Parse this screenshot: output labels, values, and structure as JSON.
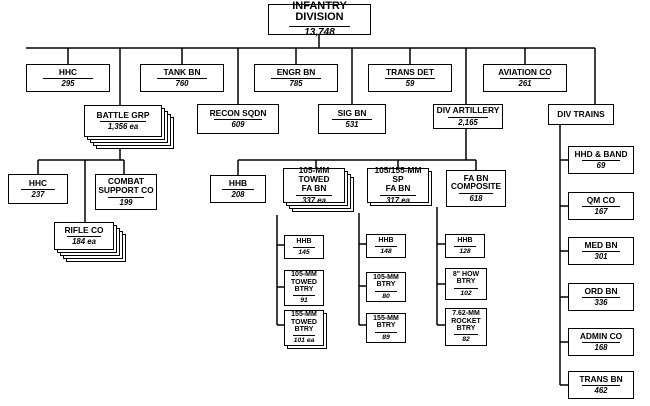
{
  "units": {
    "division": {
      "name": "INFANTRY DIVISION",
      "count": "13,748"
    },
    "hhc_div": {
      "name": "HHC",
      "count": "295"
    },
    "tank_bn": {
      "name": "TANK BN",
      "count": "760"
    },
    "engr_bn": {
      "name": "ENGR BN",
      "count": "785"
    },
    "trans_det": {
      "name": "TRANS DET",
      "count": "59"
    },
    "aviation_co": {
      "name": "AVIATION CO",
      "count": "261"
    },
    "battle_grp": {
      "name": "BATTLE GRP",
      "count": "1,356 ea"
    },
    "recon_sqdn": {
      "name": "RECON SQDN",
      "count": "609"
    },
    "sig_bn": {
      "name": "SIG BN",
      "count": "531"
    },
    "div_artillery": {
      "name": "DIV ARTILLERY",
      "count": "2,165"
    },
    "div_trains": {
      "name": "DIV TRAINS",
      "count": ""
    },
    "hhc_bg": {
      "name": "HHC",
      "count": "237"
    },
    "combat_support_co": {
      "name": "COMBAT\nSUPPORT CO",
      "count": "199"
    },
    "rifle_co": {
      "name": "RIFLE CO",
      "count": "184 ea"
    },
    "hhb_arty": {
      "name": "HHB",
      "count": "208"
    },
    "fa_bn_105": {
      "name": "105-mm TOWED\nFA BN",
      "count": "337 ea"
    },
    "fa_bn_155": {
      "name": "105/155-mm SP\nFA BN",
      "count": "317 ea"
    },
    "fa_bn_composite": {
      "name": "FA BN\nCOMPOSITE",
      "count": "618"
    },
    "hhb_105": {
      "name": "HHB",
      "count": "145"
    },
    "btry_105_towed": {
      "name": "105-mm\nTOWED\nBTRY",
      "count": "91"
    },
    "btry_155_towed": {
      "name": "155-mm\nTOWED\nBTRY",
      "count": "101 ea"
    },
    "hhb_sp": {
      "name": "HHB",
      "count": "148"
    },
    "btry_105_sp": {
      "name": "105-mm\nBTRY",
      "count": "80"
    },
    "btry_155_sp": {
      "name": "155-mm\nBTRY",
      "count": "89"
    },
    "hhb_comp": {
      "name": "HHB",
      "count": "128"
    },
    "btry_8_how": {
      "name": "8\" HOW\nBTRY",
      "count": "102"
    },
    "btry_762_rocket": {
      "name": "7.62-mm\nROCKET\nBTRY",
      "count": "82"
    },
    "hhd_band": {
      "name": "HHD & BAND",
      "count": "69"
    },
    "qm_co": {
      "name": "QM CO",
      "count": "167"
    },
    "med_bn": {
      "name": "MED BN",
      "count": "301"
    },
    "ord_bn": {
      "name": "ORD BN",
      "count": "336"
    },
    "admin_co": {
      "name": "ADMIN CO",
      "count": "168"
    },
    "trans_bn": {
      "name": "TRANS BN",
      "count": "462"
    }
  }
}
